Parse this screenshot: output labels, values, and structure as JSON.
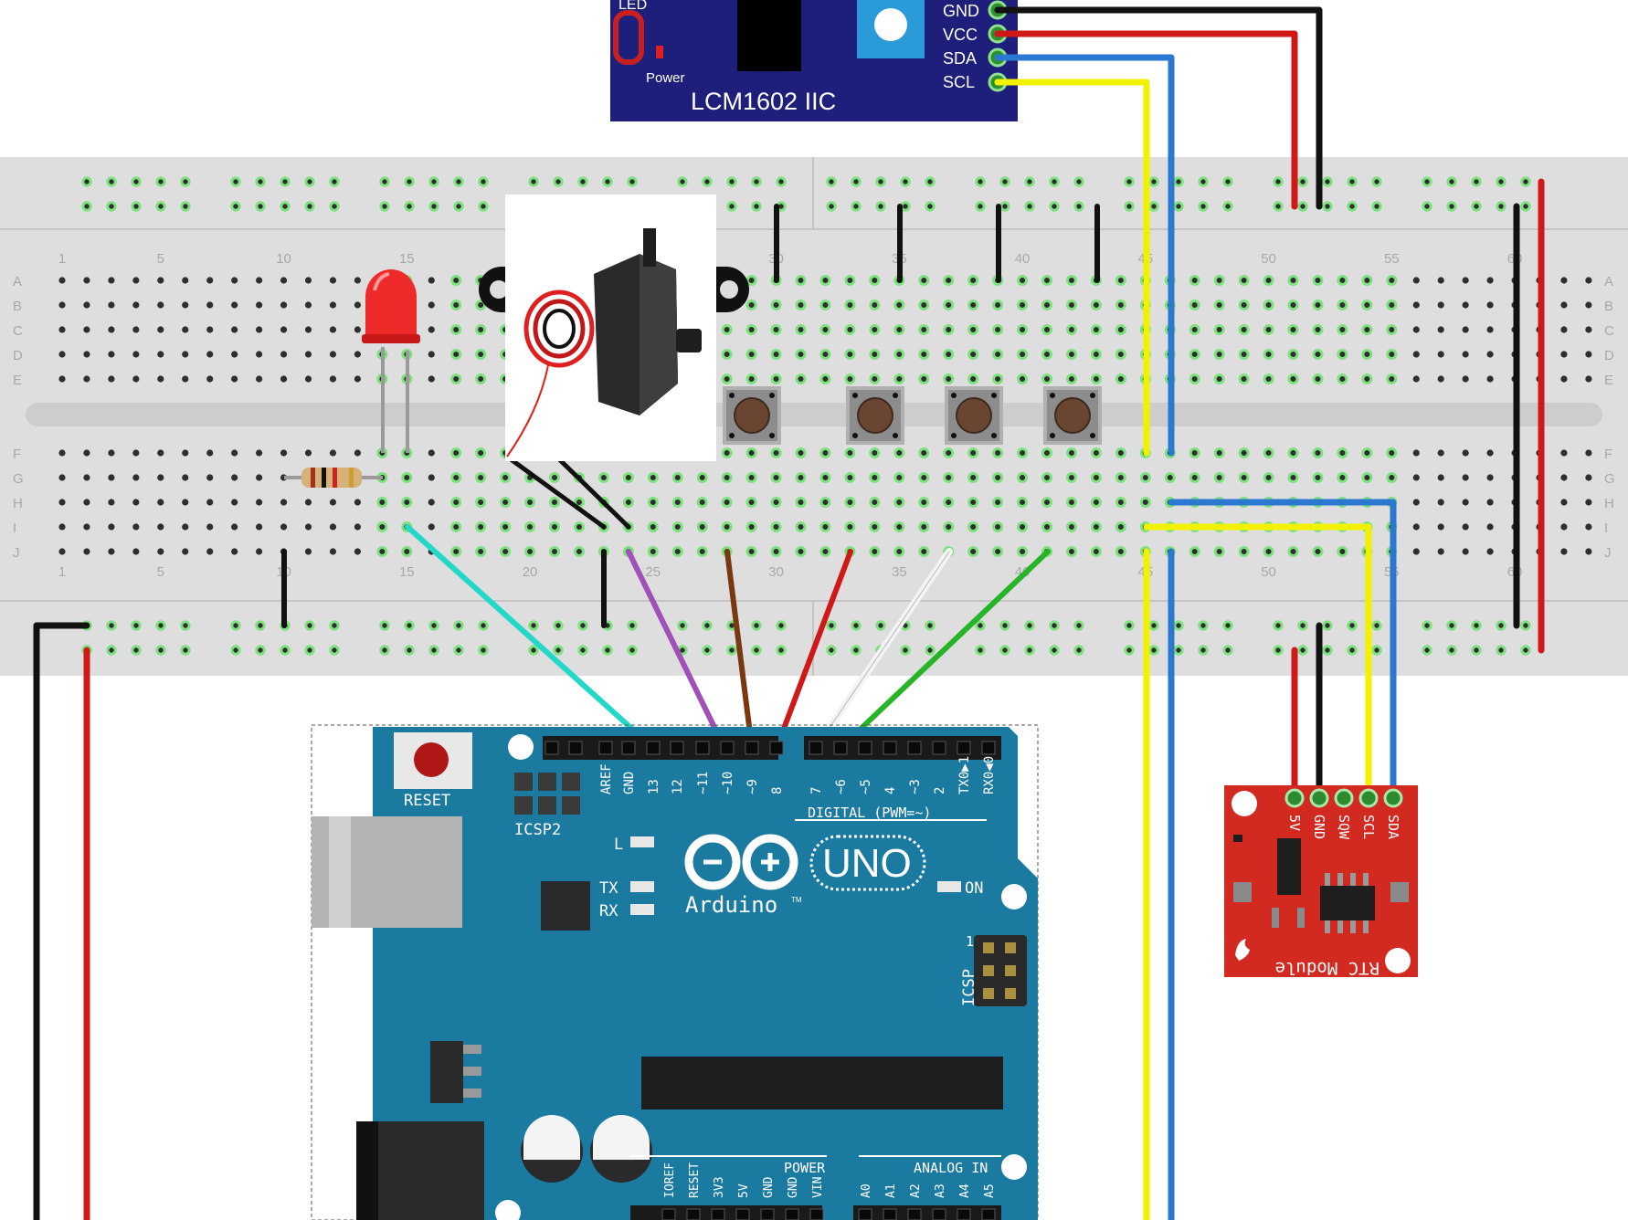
{
  "lcd": {
    "title": "LCM1602 IIC",
    "led_label": "LED",
    "power_label": "Power",
    "pins": [
      "GND",
      "VCC",
      "SDA",
      "SCL"
    ]
  },
  "breadboard": {
    "rows_top": [
      "A",
      "B",
      "C",
      "D",
      "E"
    ],
    "rows_bottom": [
      "F",
      "G",
      "H",
      "I",
      "J"
    ],
    "column_numbers": [
      "1",
      "5",
      "10",
      "15",
      "20",
      "25",
      "30",
      "35",
      "40",
      "45",
      "50",
      "55",
      "60"
    ]
  },
  "arduino": {
    "reset_label": "RESET",
    "icsp2_label": "ICSP2",
    "icsp_label": "ICSP",
    "icsp_pin1": "1",
    "led_l": "L",
    "led_tx": "TX",
    "led_rx": "RX",
    "on_label": "ON",
    "brand": "Arduino",
    "trademark": "TM",
    "model": "UNO",
    "digital_label": "DIGITAL (PWM=~)",
    "digital_pins": [
      "AREF",
      "GND",
      "13",
      "12",
      "~11",
      "~10",
      "~9",
      "8",
      "7",
      "~6",
      "~5",
      "4",
      "~3",
      "2",
      "TX0▶1",
      "RX0◀0"
    ],
    "power_label": "POWER",
    "power_pins": [
      "IOREF",
      "RESET",
      "3V3",
      "5V",
      "GND",
      "GND",
      "VIN"
    ],
    "analog_label": "ANALOG IN",
    "analog_pins": [
      "A0",
      "A1",
      "A2",
      "A3",
      "A4",
      "A5"
    ]
  },
  "rtc": {
    "label": "RTC Module",
    "pins": [
      "5V",
      "GND",
      "SQW",
      "SCL",
      "SDA"
    ]
  },
  "colors": {
    "wire_black": "#111111",
    "wire_red": "#d01818",
    "wire_blue": "#2a78d0",
    "wire_yellow": "#f2f200",
    "wire_cyan": "#22d8c8",
    "wire_purple": "#a050b8",
    "wire_brown": "#7a3810",
    "wire_white": "#f4f4f4",
    "wire_green": "#28b428",
    "board_blue": "#1a7aa0",
    "lcd_blue": "#1d1f7a",
    "rtc_red": "#d22a20",
    "breadboard": "#dedede"
  }
}
